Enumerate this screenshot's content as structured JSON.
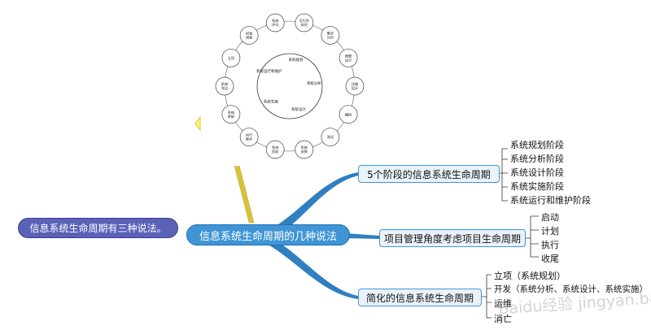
{
  "central_topic": "信息系统生命周期的几种说法",
  "side_note": "信息系统生命周期有三种说法。",
  "branches": [
    {
      "label": "5个阶段的信息系统生命周期",
      "children": [
        "系统规划阶段",
        "系统分析阶段",
        "系统设计阶段",
        "系统实施阶段",
        "系统运行和维护阶段"
      ]
    },
    {
      "label": "项目管理角度考虑项目生命周期",
      "children": [
        "启动",
        "计划",
        "执行",
        "收尾"
      ]
    },
    {
      "label": "简化的信息系统生命周期",
      "children": [
        "立项（系统规划）",
        "开发（系统分析、系统设计、系统实施）",
        "运维",
        "消亡"
      ]
    }
  ],
  "cycle_diagram": {
    "outer_stages": [
      "可行性研究",
      "需求分析",
      "概要设计",
      "详细设计",
      "编码",
      "测试",
      "系统安装",
      "系统验收",
      "运行维护",
      "系统更新",
      "系统淘汰",
      "立项",
      "初始调查",
      "系统评价"
    ],
    "inner_stages": [
      "系统规划",
      "系统分析",
      "系统设计",
      "系统实施",
      "系统运行和维护"
    ]
  },
  "watermark": "Baidu经验 jingyan.baidu.com",
  "colors": {
    "connector": "#2f7fc1",
    "central": "#3f95d6",
    "side": "#5a62b8",
    "branch_fill": "#eaf3fb",
    "pointer": "#d8c23a"
  }
}
